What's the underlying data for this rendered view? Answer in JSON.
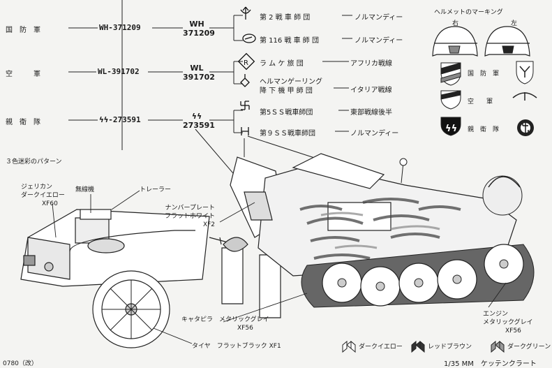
{
  "branches": [
    {
      "name": "国　防　軍",
      "plate": "WH-371209",
      "code": "WH",
      "number": "371209"
    },
    {
      "name": "空　　　軍",
      "plate": "WL-391702",
      "code": "WL",
      "number": "391702"
    },
    {
      "name": "親　衛　隊",
      "plate": "ϟϟ-273591",
      "code": "ϟϟ",
      "number": "273591"
    }
  ],
  "units": [
    {
      "division": "第 2 戦 車 師 団",
      "region": "ノルマンディー"
    },
    {
      "division": "第 116 戦 車 師 団",
      "region": "ノルマンディー"
    },
    {
      "division": "ラ ム ケ 旅 団",
      "region": "アフリカ戦線"
    },
    {
      "division": "ヘルマンゲーリング\n降 下 機 甲 師 団",
      "region": "イタリア戦線"
    },
    {
      "division": "第5ＳＳ戦車師団",
      "region": "東部戦線後半"
    },
    {
      "division": "第９ＳＳ戦車師団",
      "region": "ノルマンディー"
    }
  ],
  "helmet": {
    "title": "ヘルメットのマーキング",
    "right": "右",
    "left": "左",
    "rows": [
      "国　防　軍",
      "空　　軍",
      "親　衛　隊"
    ]
  },
  "callouts": {
    "pattern_title": "３色迷彩のパターン",
    "jerrycan": "ジェリカン",
    "dark_yellow": "ダークイエロー",
    "xf60": "XF60",
    "radio": "無線機",
    "trailer": "トレーラー",
    "plate_label": "ナンバープレート",
    "flat_white": "フラットホワイト",
    "xf2": "XF2",
    "track": "キャタピラ",
    "metallic_gray": "メタリックグレイ",
    "xf56": "XF56",
    "tire": "タイヤ",
    "flat_black": "フラットブラック",
    "xf1": "XF1",
    "engine": "エンジン",
    "engine_color": "メタリックグレイ",
    "engine_code": "XF56"
  },
  "legend": [
    {
      "label": "ダークイエロー",
      "color": "#ffffff"
    },
    {
      "label": "レッドブラウン",
      "color": "#333333"
    },
    {
      "label": "ダークグリーン",
      "color": "#999999"
    }
  ],
  "footer": {
    "code": "0780（改）",
    "scale": "1/35",
    "unit": "MM",
    "title": "ケッテンクラート"
  }
}
